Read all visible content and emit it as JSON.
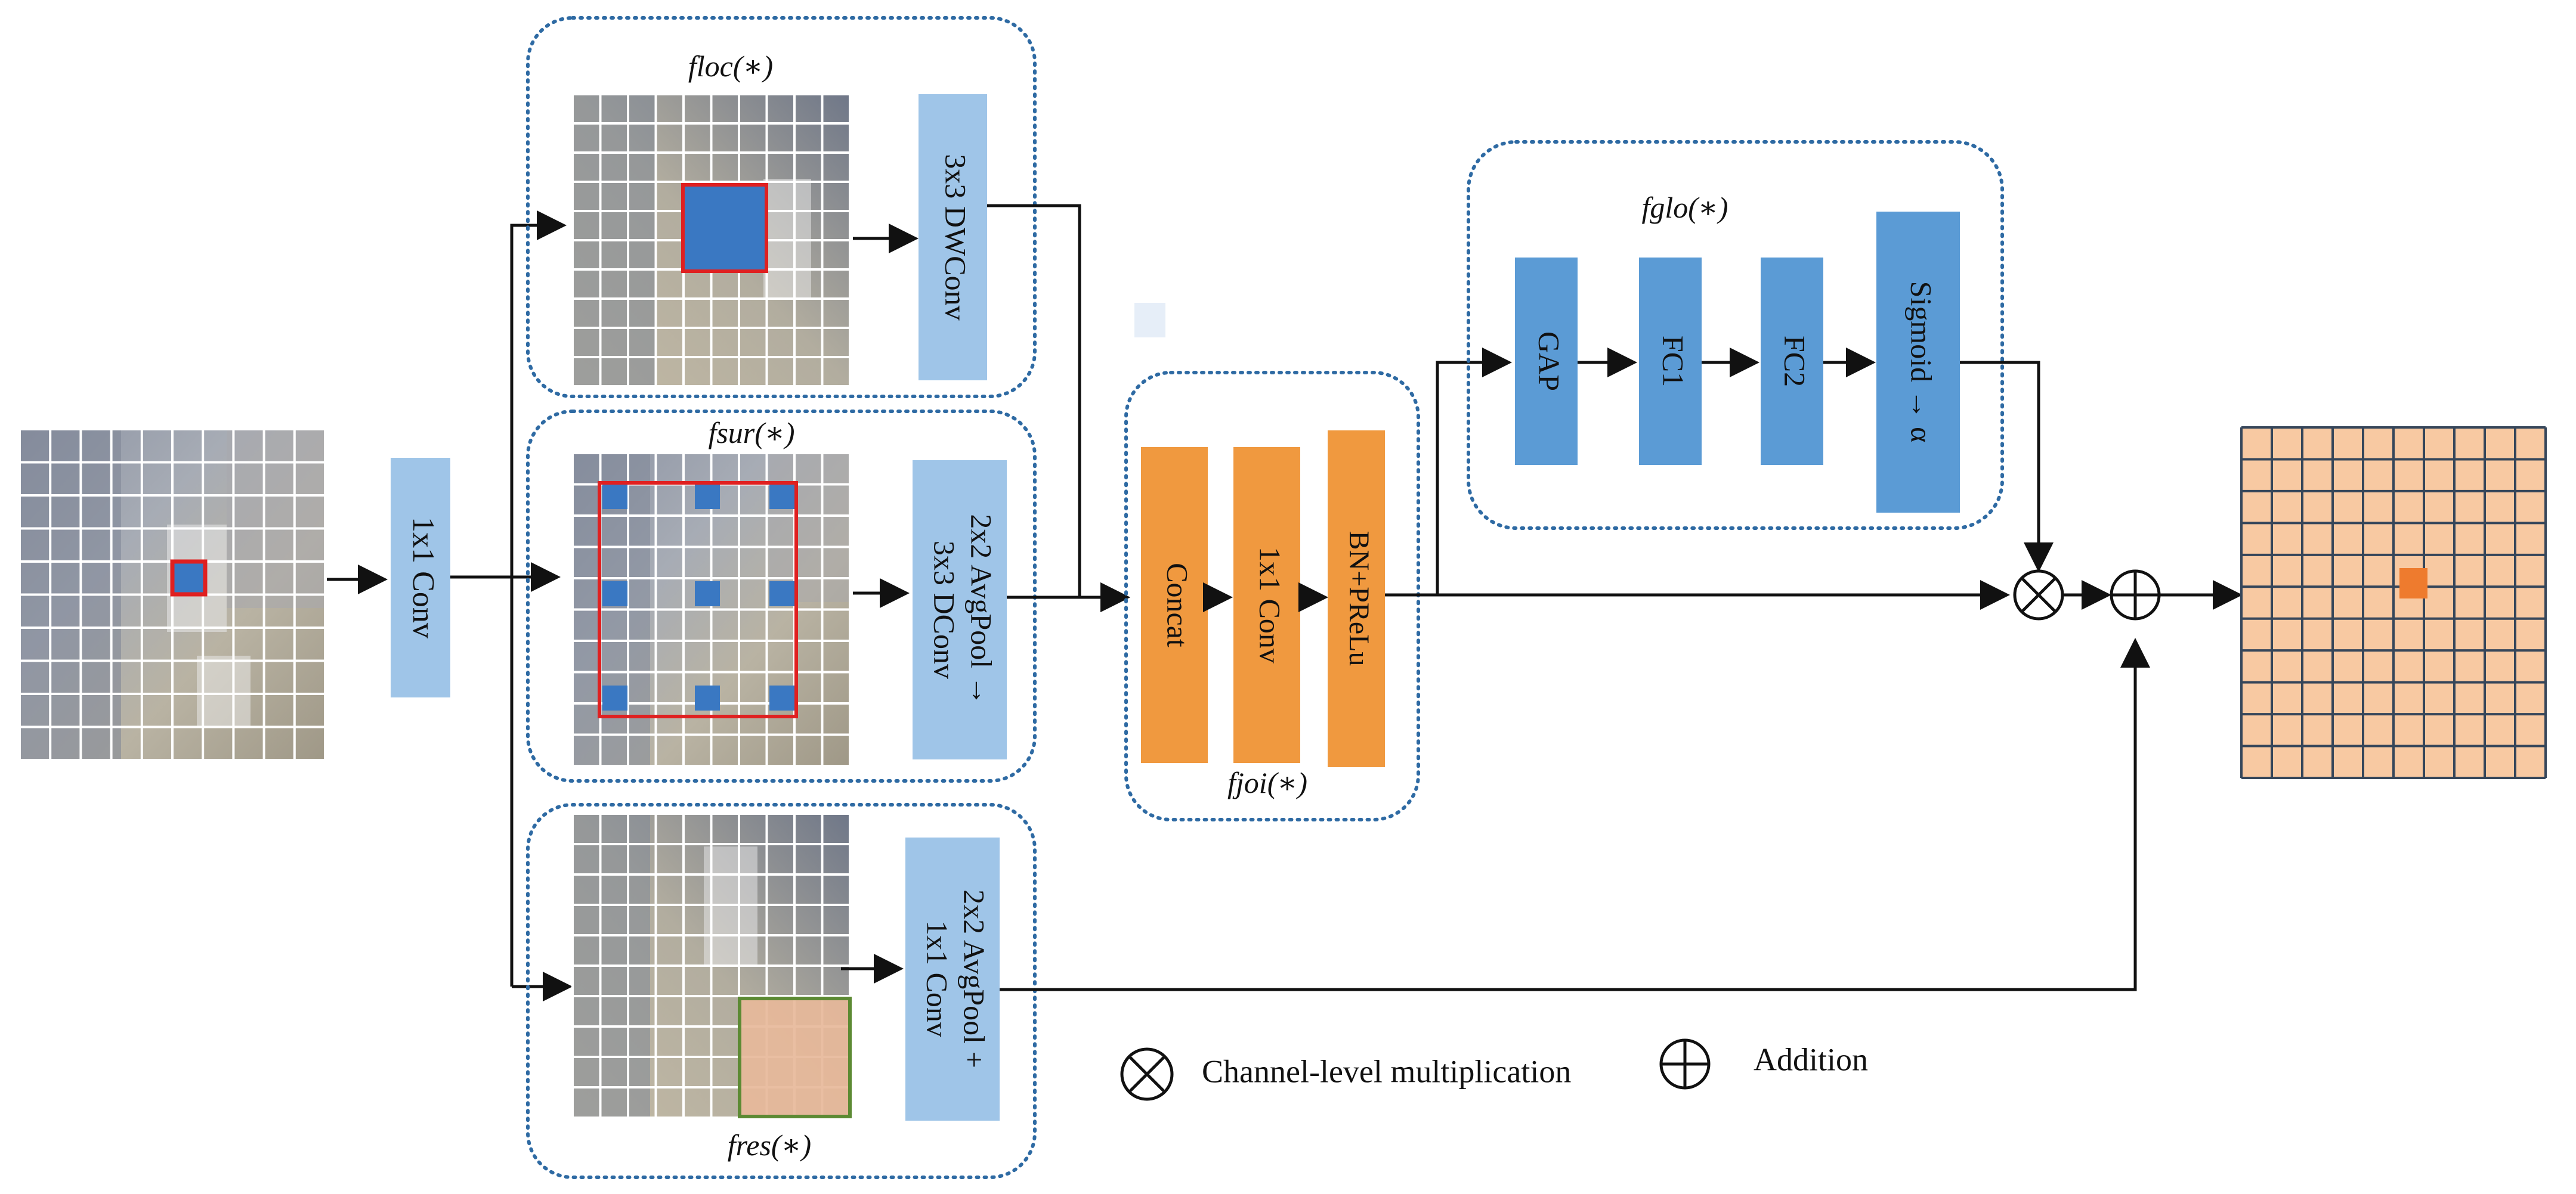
{
  "colors": {
    "light_blue_block": "#9fc5e8",
    "mid_blue_block": "#5b9bd5",
    "orange_block": "#f0993f",
    "output_cell": "#f8c9a2",
    "output_center": "#ee7b2e",
    "output_grid_line": "#36465a",
    "module_border": "#2e6aa3",
    "red_box": "#e02020",
    "green_box": "#5c8a33",
    "highlight_cell": "#3a78c2"
  },
  "input": {
    "conv_label": "1x1 Conv"
  },
  "modules": {
    "loc": {
      "title": "floc(∗)",
      "op_lines": [
        "3x3 DWConv"
      ]
    },
    "sur": {
      "title": "fsur(∗)",
      "op_lines": [
        "2x2 AvgPool →",
        "3x3 DConv"
      ]
    },
    "res": {
      "title": "fres(∗)",
      "op_lines": [
        "2x2 AvgPool +",
        "1x1 Conv"
      ]
    },
    "joi": {
      "title": "fjoi(∗)",
      "blocks": [
        "Concat",
        "1x1 Conv",
        "BN+PReLu"
      ]
    },
    "glo": {
      "title": "fglo(∗)",
      "blocks": [
        "GAP",
        "FC1",
        "FC2",
        "Sigmoid → α"
      ]
    }
  },
  "legend": {
    "multiply_label": "Channel-level multiplication",
    "add_label": "Addition",
    "multiply_icon": "circled-times-icon",
    "add_icon": "circled-plus-icon"
  }
}
